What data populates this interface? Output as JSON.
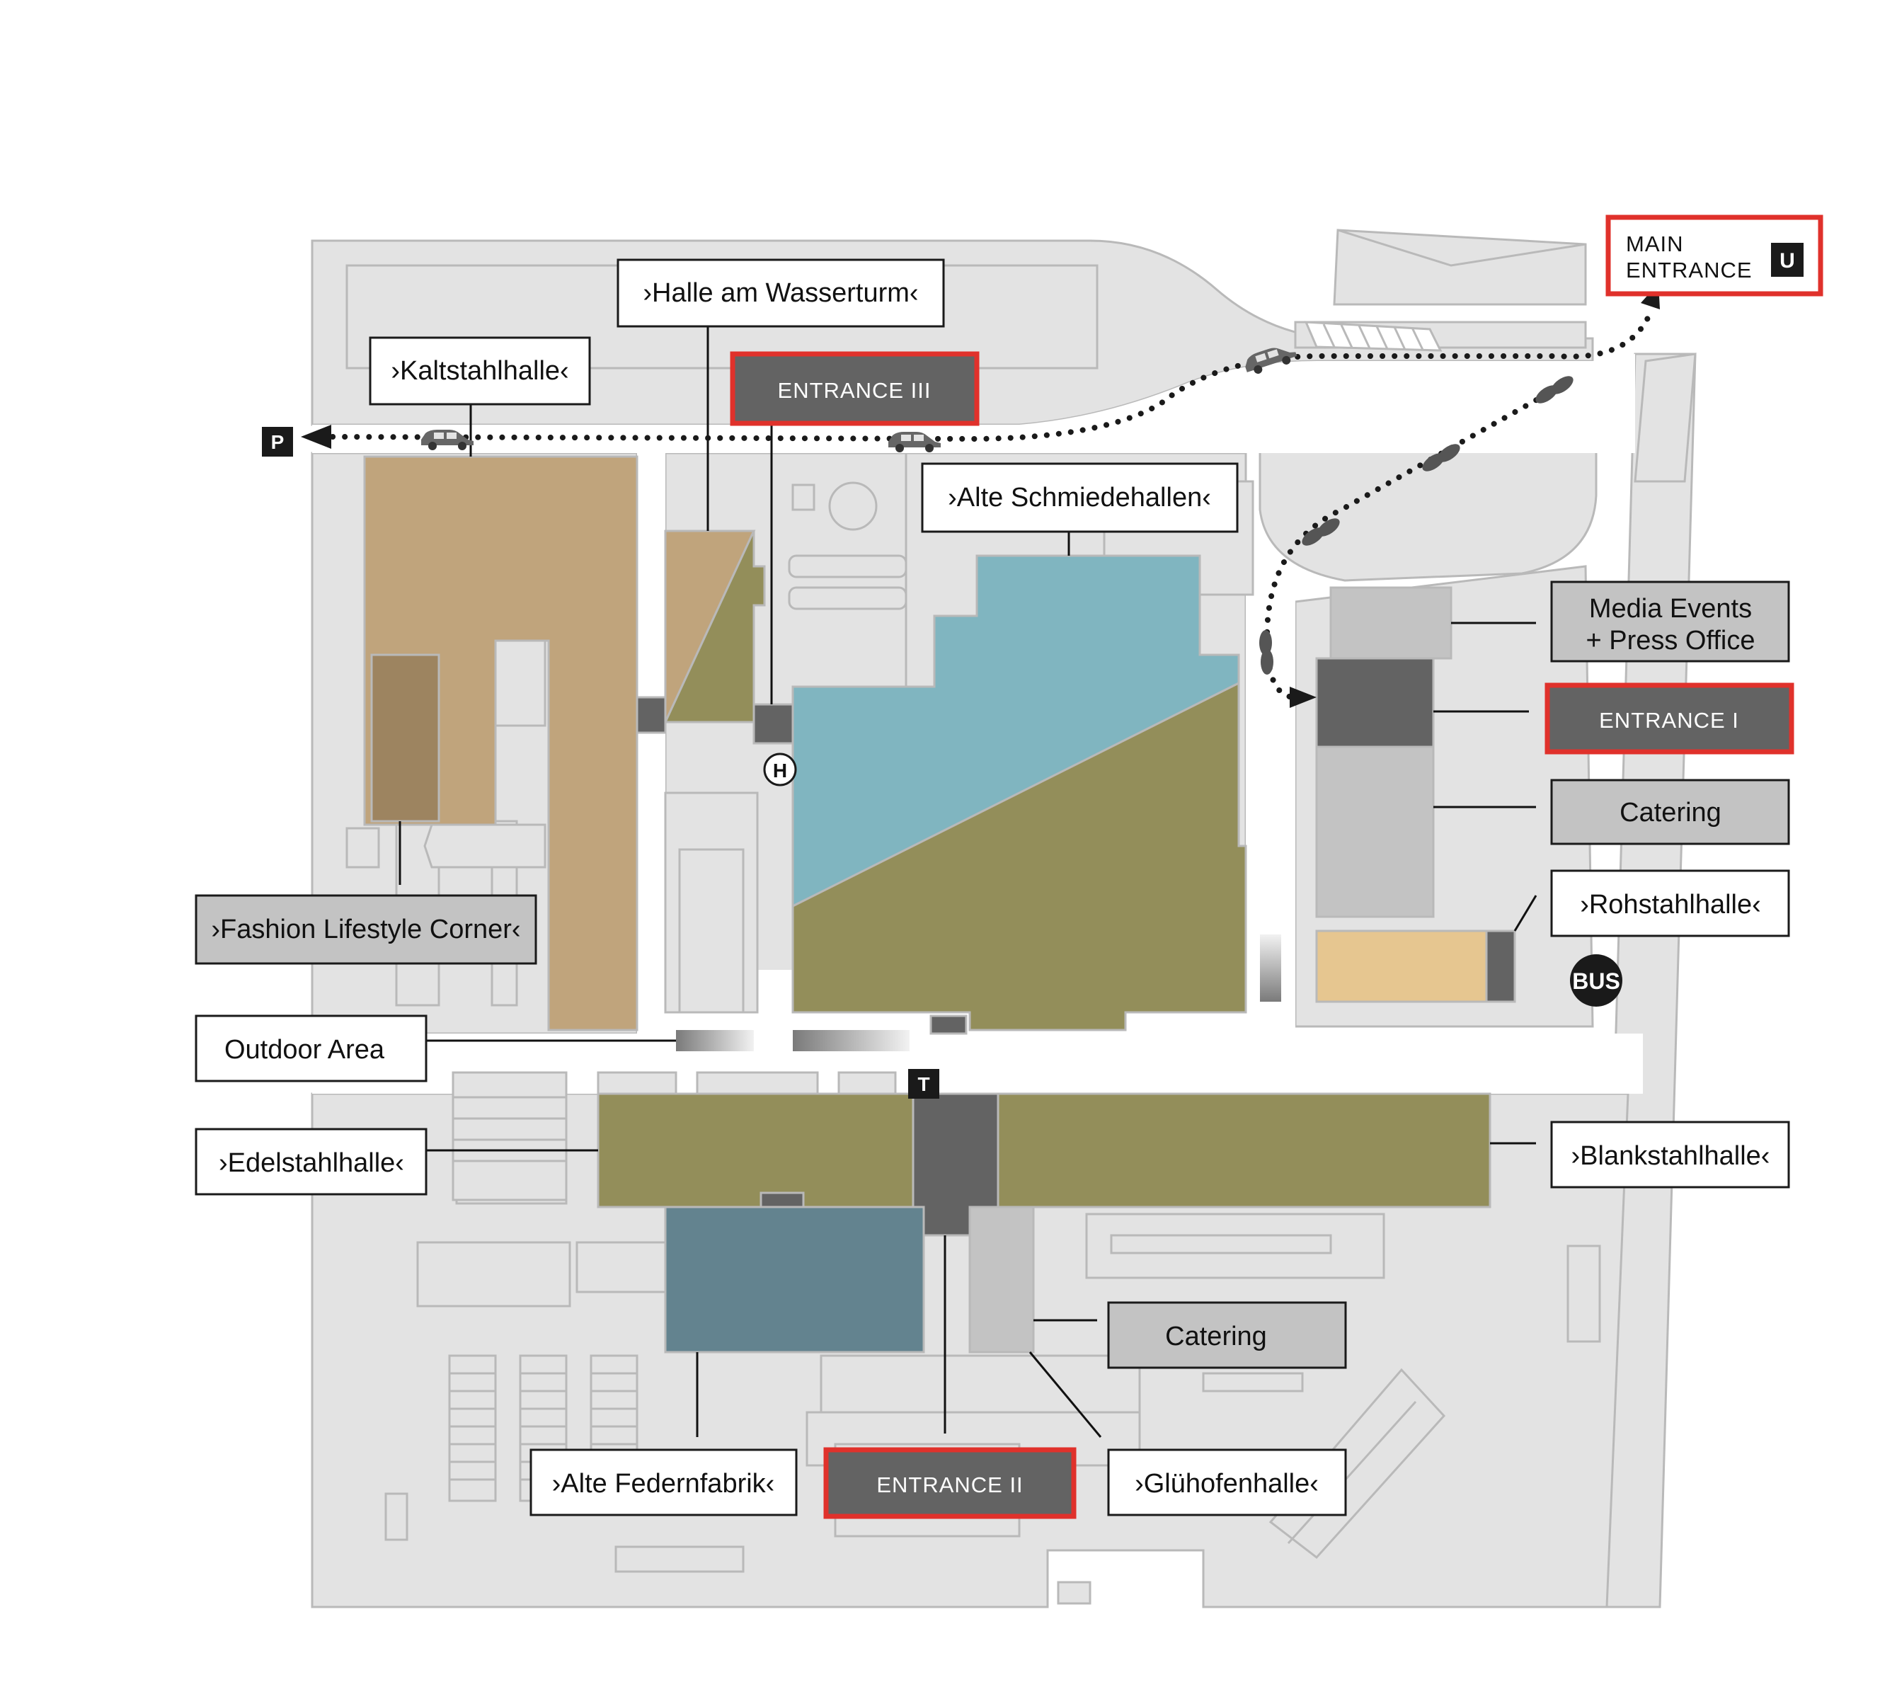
{
  "labels": {
    "halle_am_wasserturm": "›Halle am Wasserturm‹",
    "kaltstahlhalle": "›Kaltstahlhalle‹",
    "alte_schmiedehallen": "›Alte Schmiedehallen‹",
    "media_events_line1": "Media Events",
    "media_events_line2": "+ Press Office",
    "catering_east": "Catering",
    "rohstahlhalle": "›Rohstahlhalle‹",
    "fashion_lifestyle_corner": "›Fashion Lifestyle Corner‹",
    "outdoor_area": "Outdoor Area",
    "edelstahlhalle": "›Edelstahlhalle‹",
    "blankstahlhalle": "›Blankstahlhalle‹",
    "catering_south": "Catering",
    "alte_federnfabrik": "›Alte Federnfabrik‹",
    "gluehofenhalle": "›Glühofenhalle‹"
  },
  "entrances": {
    "main_line1": "MAIN",
    "main_line2": "ENTRANCE",
    "entrance_1": "ENTRANCE I",
    "entrance_2": "ENTRANCE II",
    "entrance_3": "ENTRANCE III"
  },
  "symbols": {
    "parking": "P",
    "subway": "U",
    "tram": "T",
    "hotel": "H",
    "bus": "BUS"
  },
  "colors": {
    "ground": "#e3e3e3",
    "building_outline": "#b9b9b9",
    "tan": "#c0a47c",
    "tan_dark": "#9d8460",
    "olive": "#938e5a",
    "teal": "#80b5c0",
    "slate": "#63838f",
    "dark_gray": "#636363",
    "light_gray": "#c3c3c3",
    "sand": "#e6c690",
    "entrance_red": "#e0312b",
    "path": "#1a1a1a"
  },
  "icons": [
    "parking-icon",
    "subway-icon",
    "tram-icon",
    "hotel-icon",
    "bus-icon",
    "car-icon",
    "footprint-icon",
    "arrow-icon"
  ]
}
